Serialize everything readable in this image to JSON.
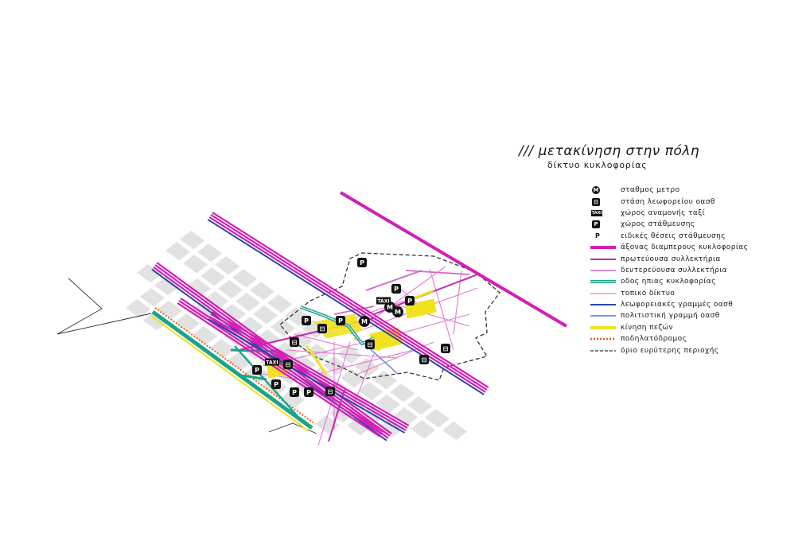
{
  "title": "/// μετακίνηση στην πόλη",
  "subtitle": "δίκτυο κυκλοφορίας",
  "colors": {
    "arterial": "#d21fb4",
    "primary": "#c42aac",
    "secondary": "#d667c8",
    "oneway": "#1aa58a",
    "local": "#e37ad3",
    "bus": "#2746a6",
    "cultural": "#7f98d8",
    "pedestrian": "#f1e21f",
    "bike": "#e8601c",
    "boundary": "#333333",
    "blocks": "#e2e2e2"
  },
  "legend": [
    {
      "id": "metro",
      "symbol": "circle",
      "glyph": "M",
      "label": "σταθμος μετρο"
    },
    {
      "id": "bus-stop",
      "symbol": "box",
      "glyph": "⊟",
      "label": "στάση λεωφορείου οασθ"
    },
    {
      "id": "taxi",
      "symbol": "taxi",
      "glyph": "TAXI",
      "label": "χώρος αναμονής ταξί"
    },
    {
      "id": "parking",
      "symbol": "box",
      "glyph": "P",
      "label": "χώρος στάθμευσης"
    },
    {
      "id": "special-parking",
      "symbol": "p",
      "glyph": "P",
      "label": "ειδικές θέσεις στάθμευσης"
    },
    {
      "id": "arterial",
      "symbol": "line",
      "label": "άξονας διαμπερους κυκλοφορίας"
    },
    {
      "id": "primary",
      "symbol": "line",
      "label": "πρωτεύουσα συλλεκτήρια"
    },
    {
      "id": "secondary",
      "symbol": "line",
      "label": "δευτερεύουσα συλλεκτήρια"
    },
    {
      "id": "oneway",
      "symbol": "line",
      "label": "οδος ηπιας κυκλοφορίας"
    },
    {
      "id": "local",
      "symbol": "line",
      "label": "τοπικό δίκτυο"
    },
    {
      "id": "bus",
      "symbol": "line",
      "label": "λεωφορειακές γραμμές οασθ"
    },
    {
      "id": "cultural",
      "symbol": "line",
      "label": "πολιτιστική γραμμή οασθ"
    },
    {
      "id": "pedestrian",
      "symbol": "line",
      "label": "κίνηση πεζών"
    },
    {
      "id": "bike",
      "symbol": "line",
      "label": "ποδηλατόδρομος"
    },
    {
      "id": "boundary",
      "symbol": "line",
      "label": "όριο ευρύτερης περιοχής"
    }
  ]
}
